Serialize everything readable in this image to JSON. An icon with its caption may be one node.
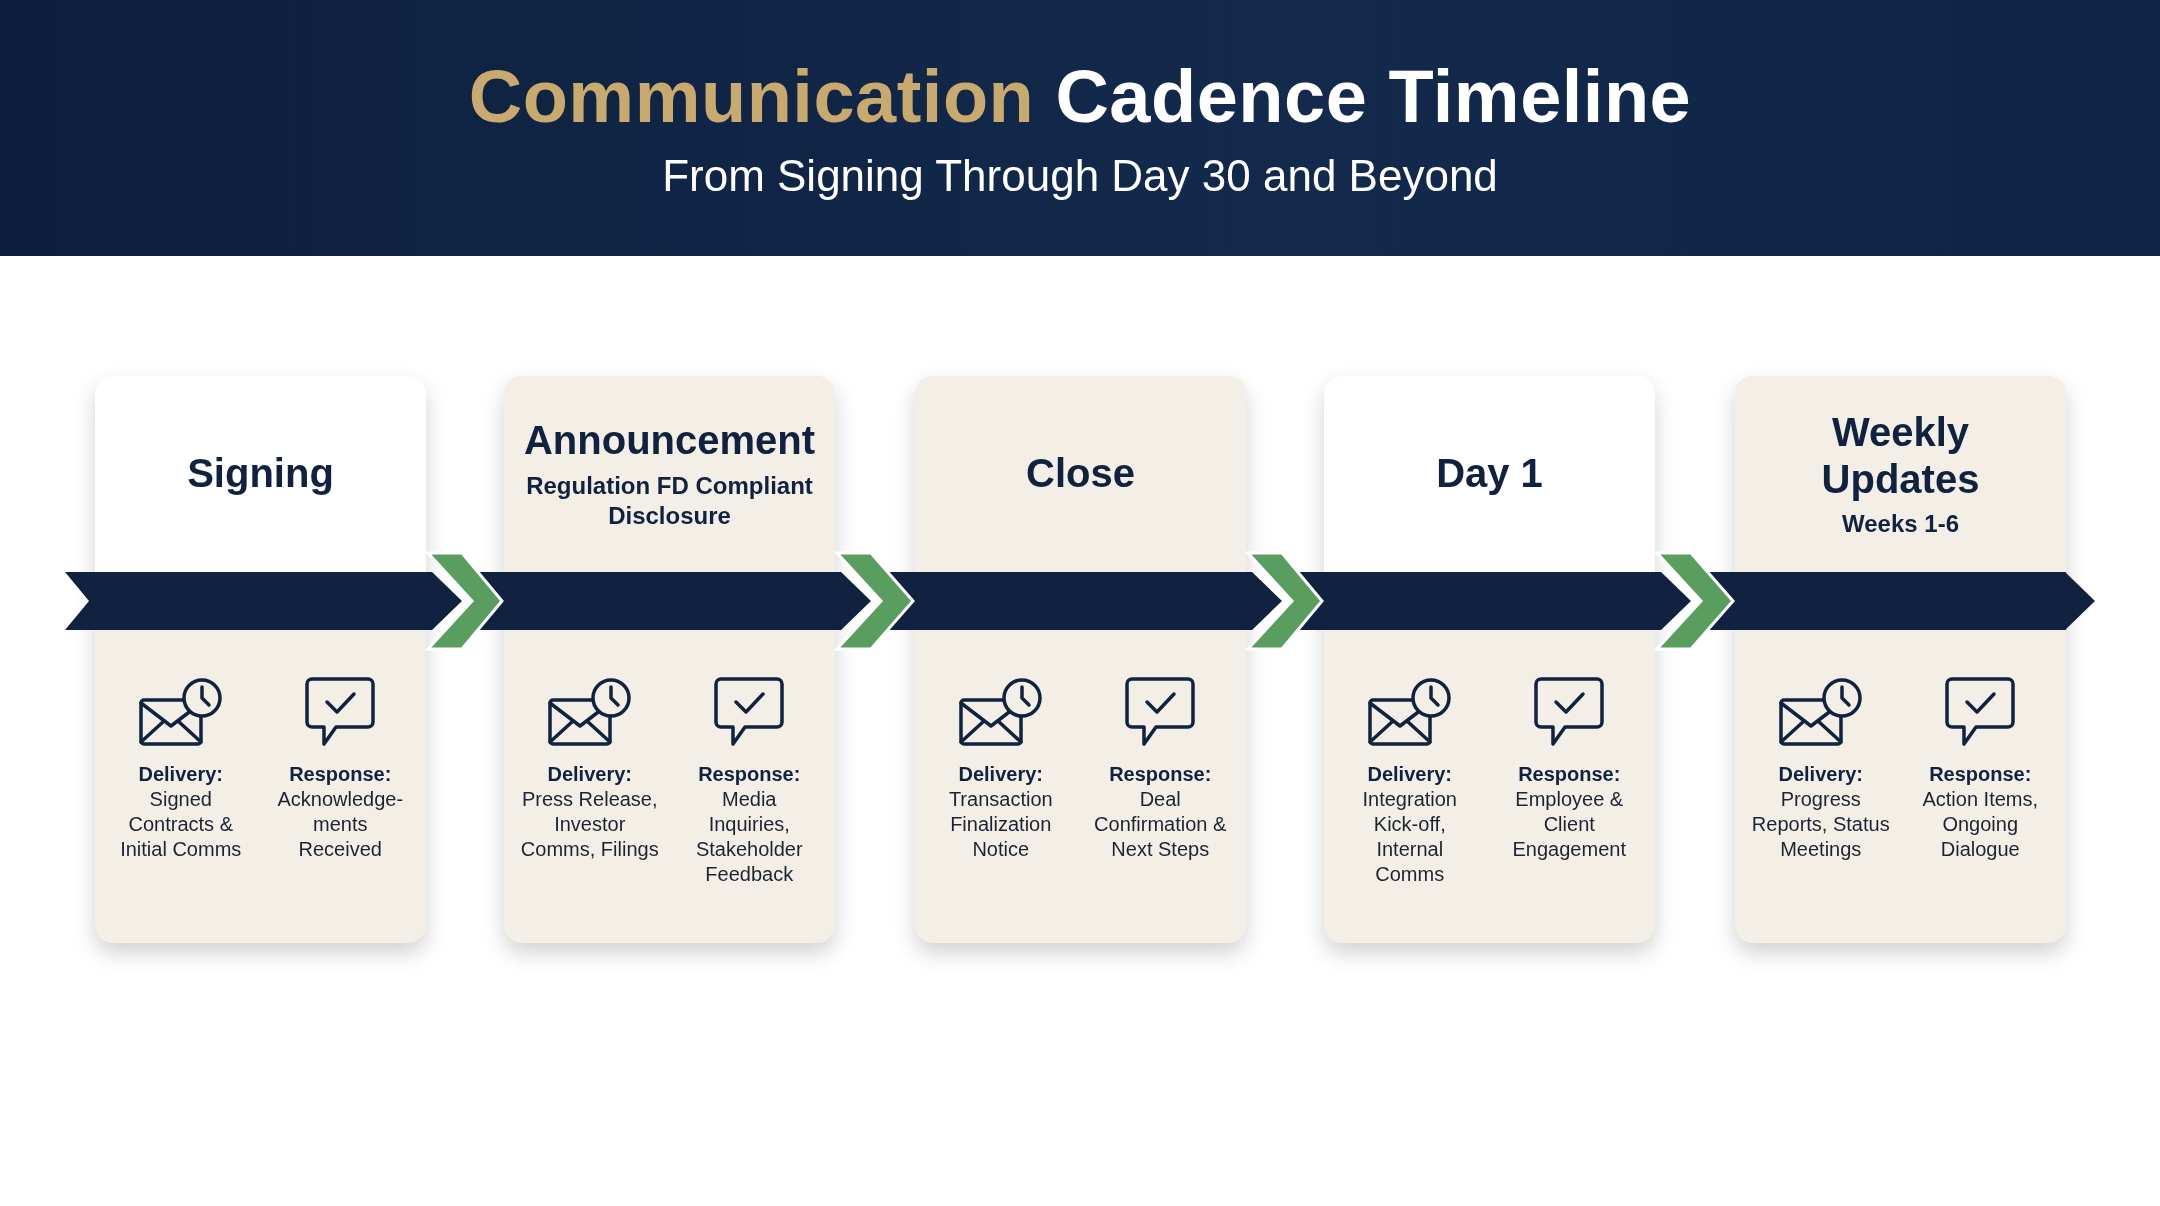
{
  "diagram": {
    "title": "Communication Cadence Timeline",
    "nodes": [
      {
        "text": [
          "Signing",
          "**Delivery:** Signed Contracts & Initial Comms",
          "**Response:** Acknowledge-ments Received"
        ]
      },
      {
        "text": [
          "Announcement",
          "Regulation FD Compliant Disclosure",
          "**Delivery:** Press Release, Investor Comms, Filings",
          "**Response:** Media Inquiries, Stakeholder Feedback"
        ]
      },
      {
        "text": [
          "Close",
          "**Delivery:** Transaction Finalization Notice",
          "**Response:** Deal Confirmation & Next Steps"
        ]
      },
      {
        "text": [
          "Day 1",
          "**Delivery:** Integration Kick-off, Internal Comms",
          "**Response:** Employee & Client Engagement"
        ]
      },
      {
        "text": [
          "Weekly Updates",
          "Weeks 1-6",
          "**Delivery:** Progress Reports, Status Meetings",
          "**Response:** Action Items, Ongoing Dialogue"
        ]
      }
    ],
    "edges": [
      {
        "from": 0,
        "to": 1,
        "arrow": "to"
      },
      {
        "from": 1,
        "to": 2,
        "arrow": "to"
      },
      {
        "from": 2,
        "to": 3,
        "arrow": "to"
      },
      {
        "from": 3,
        "to": 4,
        "arrow": "to"
      }
    ],
    "labels": [
      "From Signing Through Day 30 and Beyond"
    ]
  }
}
